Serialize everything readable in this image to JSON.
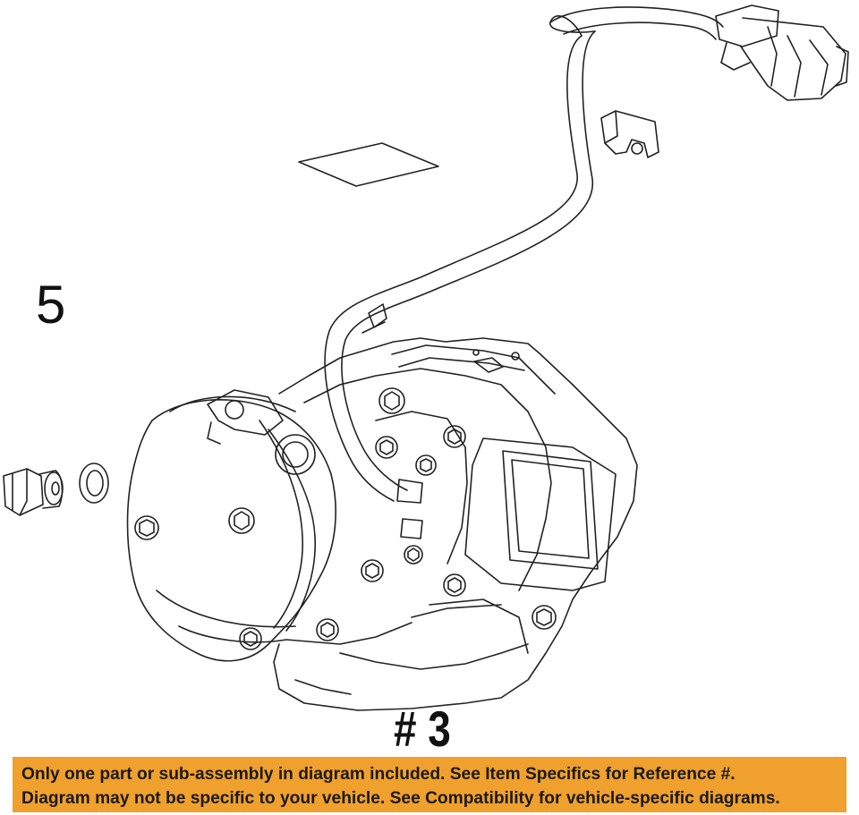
{
  "callouts": {
    "label_5": "5",
    "label_3": "# 3"
  },
  "banner": {
    "line1": "Only one part or sub-assembly in diagram included. See Item Specifics for Reference #.",
    "line2": "Diagram may not be specific to your vehicle. See Compatibility for vehicle-specific diagrams.",
    "color": "#f0a02c"
  },
  "colors": {
    "line": "#222222",
    "background": "#ffffff"
  }
}
